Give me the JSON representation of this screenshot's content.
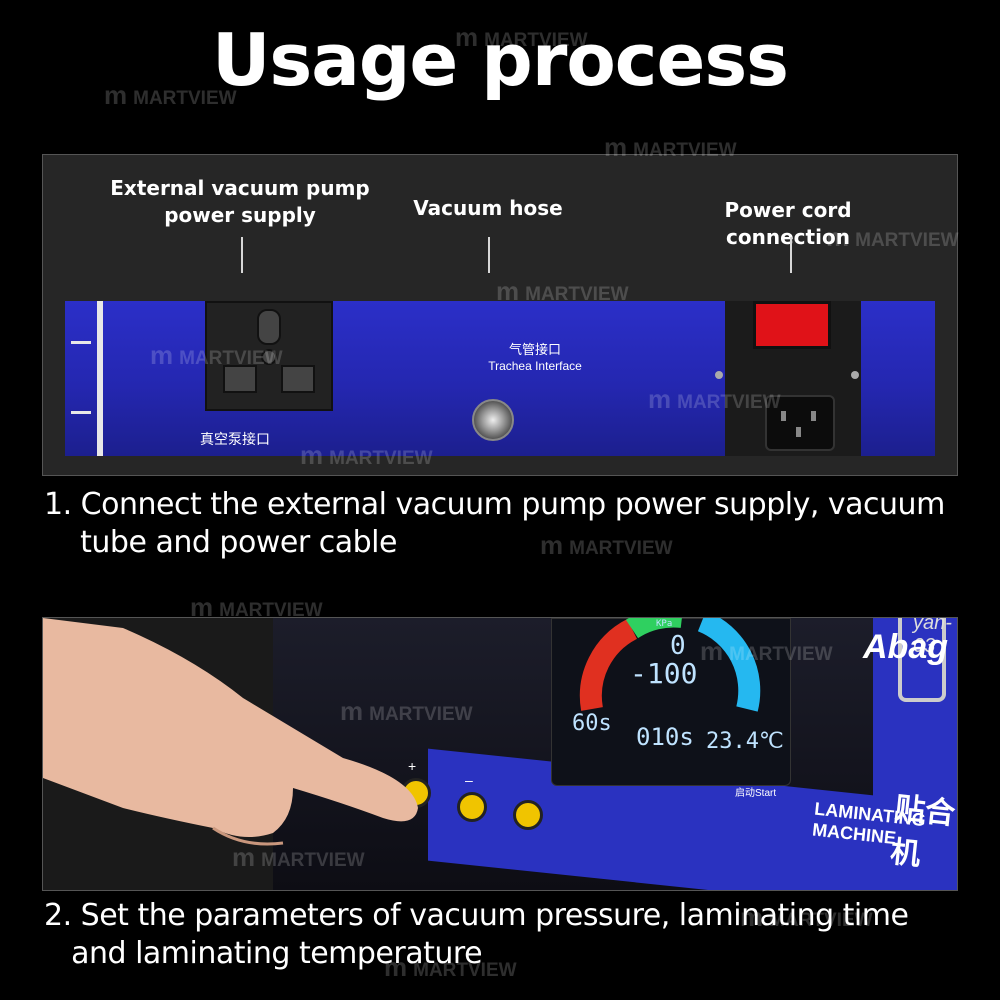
{
  "title": "Usage process",
  "panel1": {
    "callouts": [
      {
        "text": "External vacuum pump\npower supply"
      },
      {
        "text": "Vacuum hose"
      },
      {
        "text": "Power cord connection"
      }
    ],
    "device": {
      "socket_label": "真空泵接口",
      "trachea_cn": "气管接口",
      "trachea_en": "Trachea Interface"
    }
  },
  "step1": "1. Connect the external vacuum pump power supply, vacuum\n    tube and power cable",
  "panel2": {
    "lcd": {
      "kpa_label": "KPa",
      "pressure_top": "0",
      "pressure_value": "-100",
      "time_1": "60s",
      "time_2": "010s",
      "temperature": "23.4℃"
    },
    "buttons": {
      "plus": "+",
      "minus": "–",
      "start": "启动Start"
    },
    "brand": "Abag",
    "model": "yan-03",
    "machine_cn": "贴合机",
    "machine_en": "LAMINATING MACHINE"
  },
  "step2": "2. Set the parameters of vacuum pressure, laminating time\n   and laminating temperature",
  "watermark": "MARTVIEW"
}
